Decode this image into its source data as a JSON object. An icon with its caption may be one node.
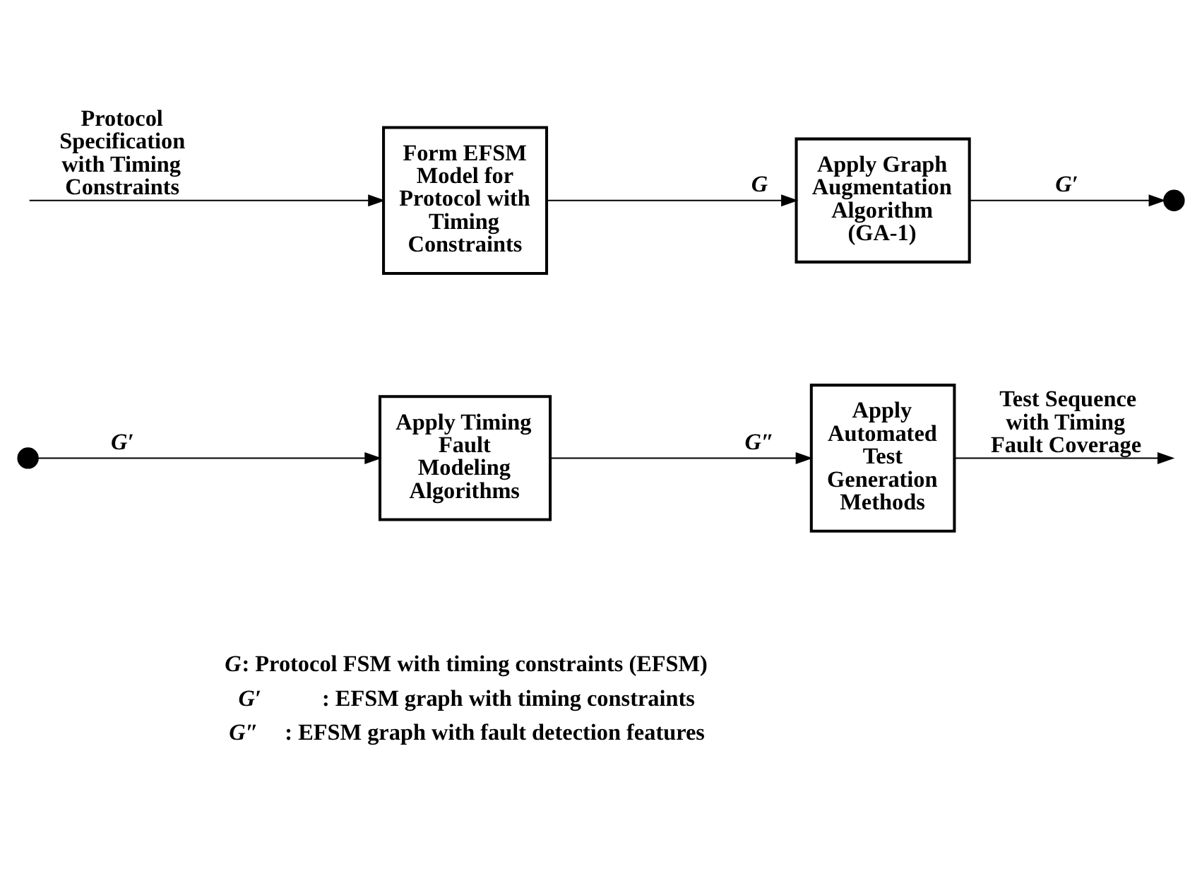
{
  "diagram": {
    "nodes": [
      {
        "text": [
          "Form EFSM Model for Protocol with Timing Constraints"
        ]
      },
      {
        "text": [
          "Apply Graph Augmentation Algorithm (GA-1)"
        ]
      },
      {
        "text": [],
        "shape": "circle"
      },
      {
        "text": [],
        "shape": "circle"
      },
      {
        "text": [
          "Apply Timing Fault Modeling Algorithms"
        ]
      },
      {
        "text": [
          "Apply Automated Test Generation Methods"
        ]
      }
    ],
    "edges": [
      {
        "from": null,
        "to": 0,
        "arrow": "to",
        "label": "Protocol Specification with Timing Constraints"
      },
      {
        "from": 0,
        "to": 1,
        "arrow": "to",
        "label": "*G*"
      },
      {
        "from": 1,
        "to": 2,
        "arrow": "to",
        "label": "*G′*"
      },
      {
        "from": 3,
        "to": 4,
        "arrow": "to",
        "label": "*G′*"
      },
      {
        "from": 4,
        "to": 5,
        "arrow": "to",
        "label": "*G″*"
      },
      {
        "from": 5,
        "to": null,
        "arrow": "to",
        "label": "Test Sequence with Timing Fault Coverage"
      }
    ],
    "labels": [
      "*G*: Protocol FSM with timing constraints (EFSM)",
      "*G′* : EFSM graph with timing constraints",
      "*G″* : EFSM graph with fault detection features"
    ]
  }
}
